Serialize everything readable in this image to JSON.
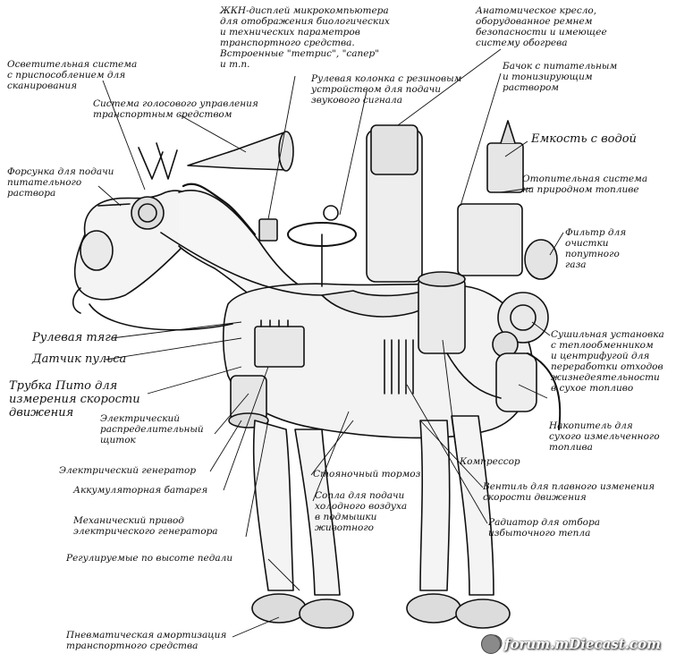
{
  "labels": {
    "lighting": "Осветительная система\nс приспособлением для\nсканирования",
    "voice_control": "Система голосового управления\nтранспортным средством",
    "injector": "Форсунка для подачи\nпитательного\nраствора",
    "lcd_computer": "ЖКН-дисплей микрокомпьютера\nдля отображения биологических\nи технических параметров\nтранспортного средства.\nВстроенные \"тетрис\", \"сапер\"\nи т.п.",
    "steering_column": "Рулевая колонка с резиновым\nустройством для подачи\nзвукового сигнала",
    "seat": "Анатомическое кресло,\nоборудованное ремнем\nбезопасности и имеющее\nсистему обогрева",
    "nutrient_tank": "Бачок с питательным\nи тонизирующим\nраствором",
    "water_tank": "Емкость с водой",
    "heating": "Отопительная система\nна природном топливе",
    "filter": "Фильтр для\nочистки\nпопутного\nгаза",
    "dryer": "Сушильная установка\nс теплообменником\nи центрифугой для\nпереработки отходов\nжизнедеятельности\nв сухое топливо",
    "storage": "Накопитель для\nсухого измельченного\nтоплива",
    "compressor": "Компрессор",
    "valve": "Вентиль для плавного изменения\nскорости движения",
    "radiator": "Радиатор для отбора\nизбыточного тепла",
    "steering_rod": "Рулевая тяга",
    "pulse_sensor": "Датчик пульса",
    "pitot": "Трубка Пито для\nизмерения скорости\nдвижения",
    "distribution_panel": "Электрический\nраспределительный\nщиток",
    "generator": "Электрический генератор",
    "battery": "Аккумуляторная батарея",
    "mech_drive": "Механический привод\nэлектрического генератора",
    "pedals": "Регулируемые по высоте педали",
    "parking_brake": "Стояночный тормоз",
    "nozzles": "Сопла для подачи\nхолодного воздуха\nв подмышки\nживотного",
    "suspension": "Пневматическая амортизация\nтранспортного средства"
  },
  "watermark": "forum.mDiecast.com",
  "colors": {
    "ink": "#111111",
    "paper": "#ffffff"
  }
}
